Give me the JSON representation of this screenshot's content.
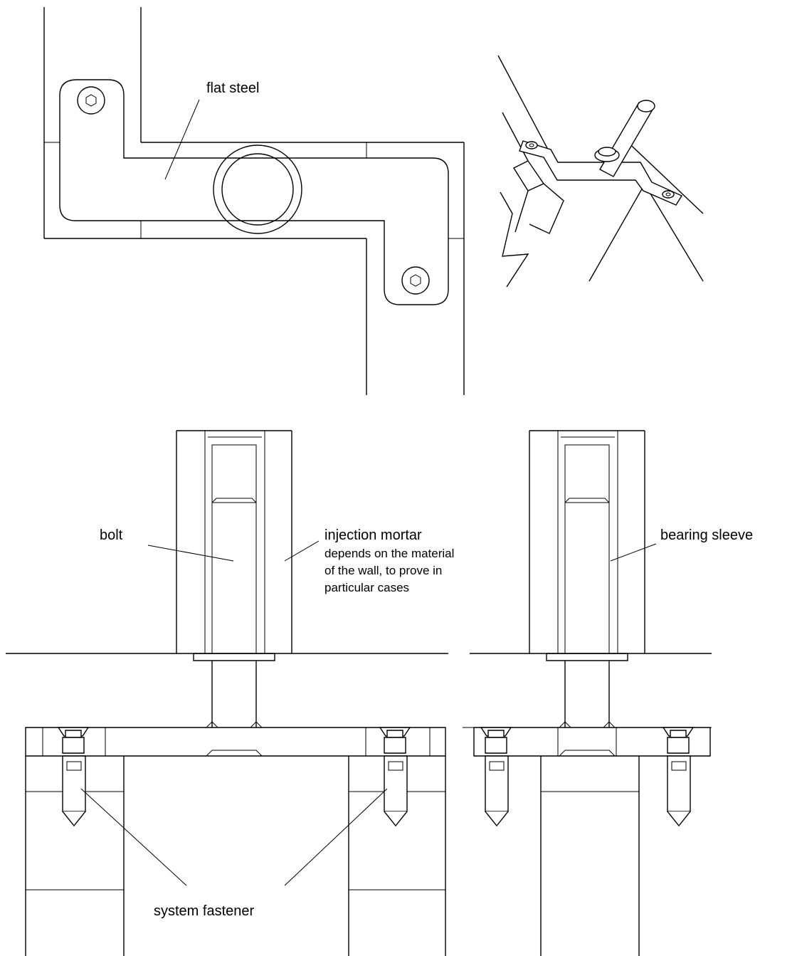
{
  "labels": {
    "flat_steel": "flat steel",
    "bolt": "bolt",
    "injection_mortar": "injection mortar",
    "mortar_note_1": "depends on the material",
    "mortar_note_2": "of the wall, to prove in",
    "mortar_note_3": "particular cases",
    "bearing_sleeve": "bearing sleeve",
    "system_fastener": "system fastener"
  }
}
